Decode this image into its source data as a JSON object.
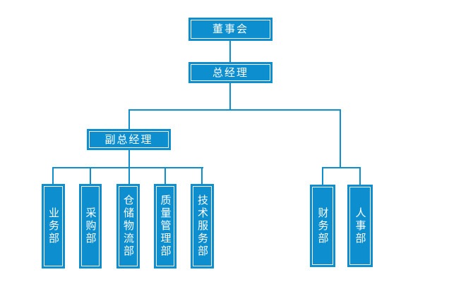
{
  "diagram": {
    "type": "org-chart",
    "colors": {
      "background": "#ffffff",
      "node_fill": "#0d8ecf",
      "node_outer_border": "#0d8ecf",
      "node_inner_border": "#ffffff",
      "connector": "#0d8ecf",
      "text": "#ffffff"
    },
    "nodes": {
      "board": {
        "label": "董事会",
        "parent": null
      },
      "general_manager": {
        "label": "总经理",
        "parent": "board"
      },
      "deputy_gm": {
        "label": "副总经理",
        "parent": "general_manager"
      },
      "business": {
        "label": "业务部",
        "parent": "deputy_gm"
      },
      "purchasing": {
        "label": "采购部",
        "parent": "deputy_gm"
      },
      "warehouse_logistics": {
        "label": "仓储物流部",
        "parent": "deputy_gm"
      },
      "quality_management": {
        "label": "质量管理部",
        "parent": "deputy_gm"
      },
      "technical_service": {
        "label": "技术服务部",
        "parent": "deputy_gm"
      },
      "finance": {
        "label": "财务部",
        "parent": "general_manager"
      },
      "hr": {
        "label": "人事部",
        "parent": "general_manager"
      }
    }
  }
}
